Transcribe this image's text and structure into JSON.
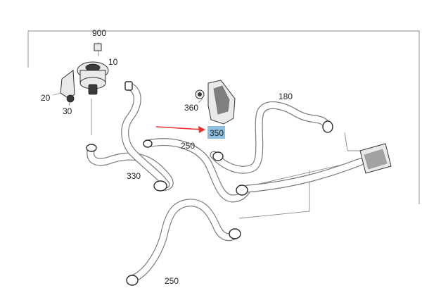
{
  "labels": {
    "p900": "900",
    "p10": "10",
    "p20": "20",
    "p30": "30",
    "p360": "360",
    "p350": "350",
    "p180": "180",
    "p250_upper": "250",
    "p330": "330",
    "p250_lower": "250"
  },
  "highlight": {
    "part": "350",
    "box_color": "#8fbfe0",
    "arrow_color": "#e53030"
  }
}
